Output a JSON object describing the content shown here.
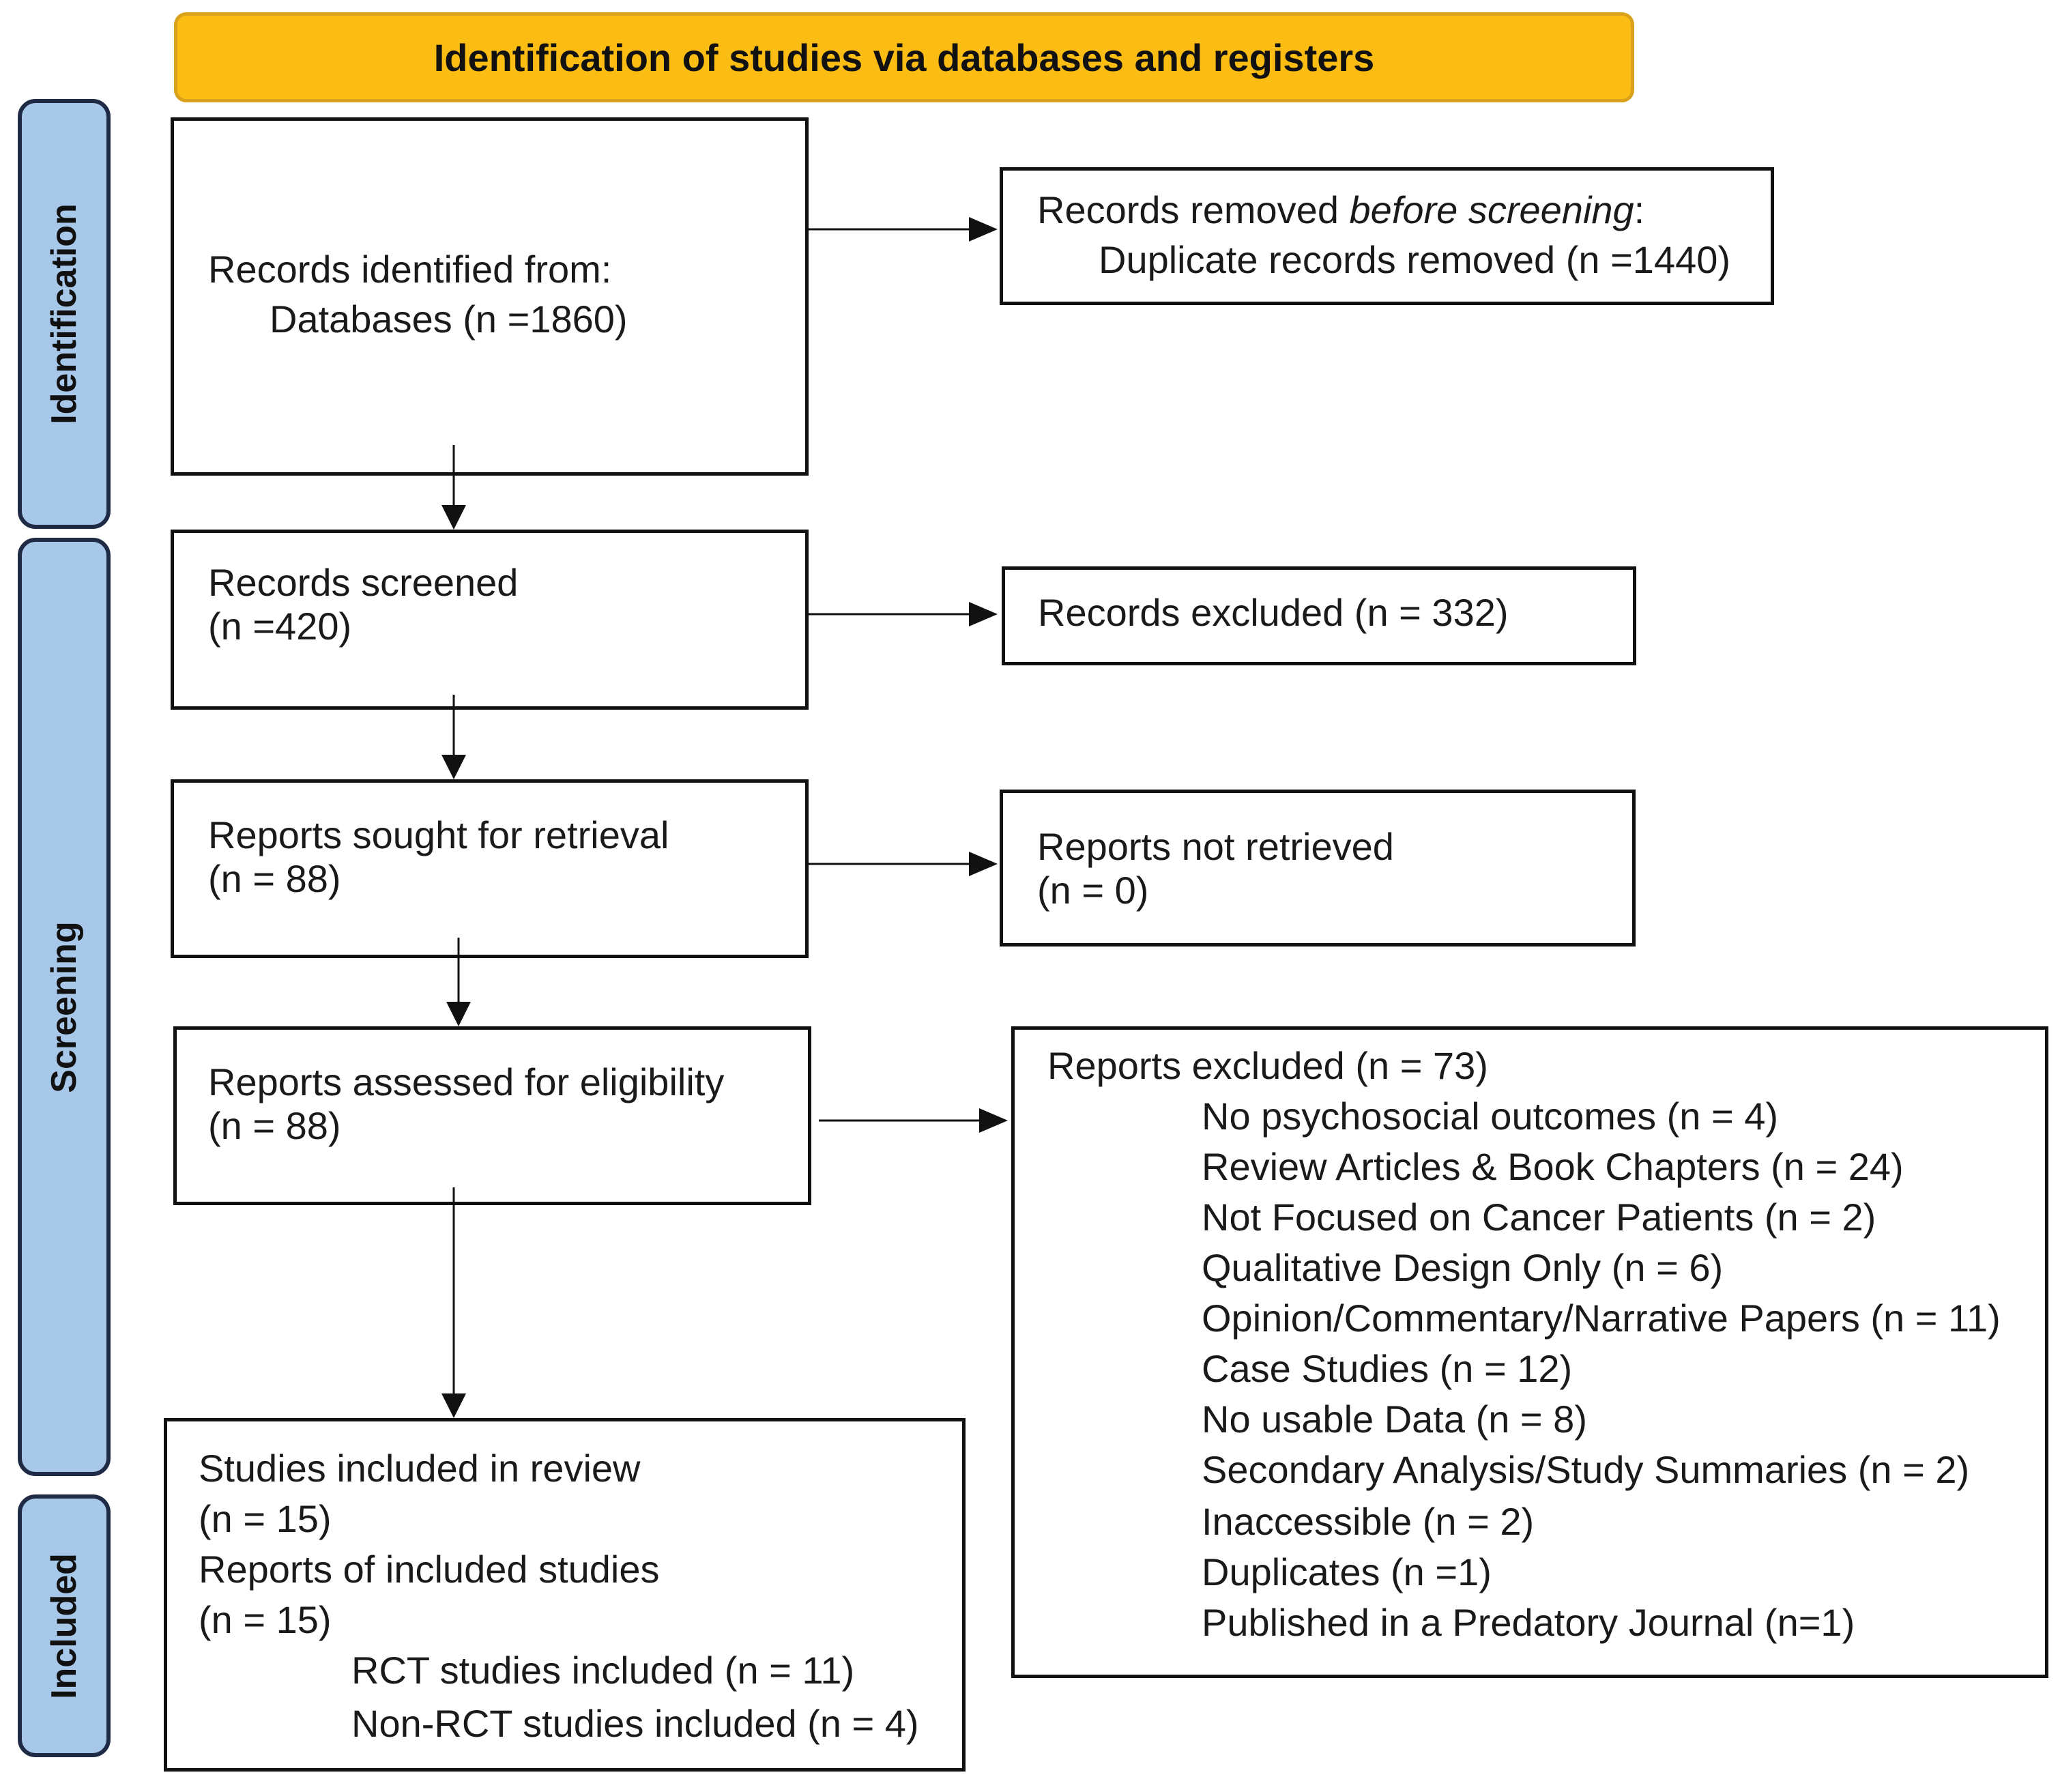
{
  "header": {
    "title": "Identification of studies via databases and registers"
  },
  "stages": {
    "identification": "Identification",
    "screening": "Screening",
    "included": "Included"
  },
  "identified": {
    "line1": "Records identified from:",
    "line2": "Databases (n =1860)"
  },
  "removed_before": {
    "prefix": "Records removed ",
    "italic": "before screening",
    "suffix": ":",
    "line2": "Duplicate records removed (n =1440)"
  },
  "screened": {
    "line1": "Records screened",
    "line2": "(n =420)"
  },
  "excluded": {
    "line1": "Records excluded (n = 332)"
  },
  "sought": {
    "line1": "Reports sought for retrieval",
    "line2": "(n = 88)"
  },
  "not_retrieved": {
    "line1": "Reports not retrieved",
    "line2": "(n = 0)"
  },
  "assessed": {
    "line1": "Reports assessed for eligibility",
    "line2": "(n = 88)"
  },
  "reports_excluded": {
    "title": "Reports excluded (n = 73)",
    "reasons": [
      "No psychosocial outcomes (n = 4)",
      "Review Articles & Book Chapters (n = 24)",
      "Not Focused on Cancer Patients (n = 2)",
      "Qualitative Design Only (n = 6)",
      "Opinion/Commentary/Narrative Papers (n = 11)",
      "Case Studies (n = 12)",
      "No usable Data (n = 8)",
      "Secondary Analysis/Study Summaries (n = 2)",
      "Inaccessible (n = 2)",
      "Duplicates (n =1)",
      "Published in a Predatory Journal (n=1)"
    ]
  },
  "included": {
    "line1": "Studies included in review",
    "line2": "(n = 15)",
    "line3": "Reports of included studies",
    "line4": "(n = 15)",
    "line5": "RCT studies included (n = 11)",
    "line6": "Non-RCT studies included (n = 4)"
  }
}
